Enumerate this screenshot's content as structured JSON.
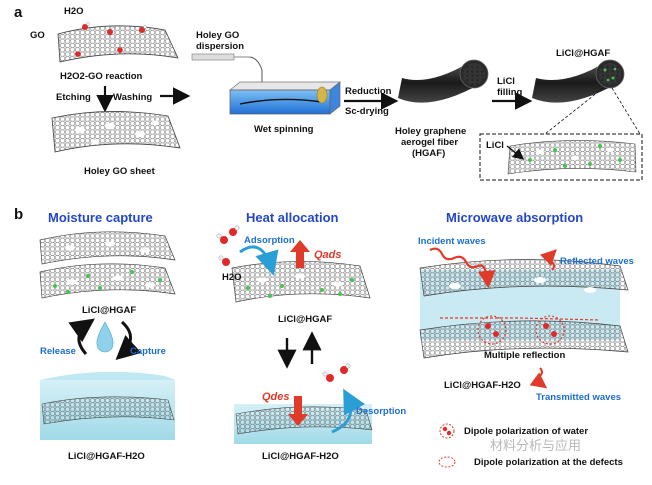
{
  "panel_a": {
    "letter": "a",
    "h2o": "H2O",
    "go": "GO",
    "reaction": "H2O2-GO reaction",
    "etching": "Etching",
    "washing": "Washing",
    "holey_go_sheet": "Holey GO sheet",
    "dispersion_line1": "Holey GO",
    "dispersion_line2": "dispersion",
    "wet_spinning": "Wet spinning",
    "reduction": "Reduction",
    "sc_drying": "Sc-drying",
    "hgaf_line1": "Holey graphene",
    "hgaf_line2": "aerogel fiber",
    "hgaf_line3": "(HGAF)",
    "licl_filling_1": "LiCl",
    "licl_filling_2": "filling",
    "licl_hgaf": "LiCl@HGAF",
    "licl": "LiCl"
  },
  "panel_b": {
    "letter": "b",
    "moisture": {
      "title": "Moisture capture",
      "release": "Release",
      "capture": "Capture",
      "label_top": "LiCl@HGAF",
      "label_bottom": "LiCl@HGAF-H2O"
    },
    "heat": {
      "title": "Heat allocation",
      "adsorption": "Adsorption",
      "q_ads": "Qads",
      "h2o": "H2O",
      "label_top": "LiCl@HGAF",
      "q_des": "Qdes",
      "desorption": "Desorption",
      "label_bottom": "LiCl@HGAF-H2O"
    },
    "microwave": {
      "title": "Microwave absorption",
      "incident": "Incident waves",
      "reflected": "Reflected waves",
      "multiple": "Multiple reflection",
      "label": "LiCl@HGAF-H2O",
      "transmitted": "Transmitted waves",
      "legend_water": "Dipole polarization of water",
      "legend_defects": "Dipole polarization at the defects"
    }
  },
  "watermark": "材料分析与应用",
  "colors": {
    "title_blue": "#2447c9",
    "accent_blue": "#1e6fd0",
    "accent_red": "#e03a2a",
    "sheet_gray": "#6a6a6a",
    "water": "#a8dde9"
  }
}
